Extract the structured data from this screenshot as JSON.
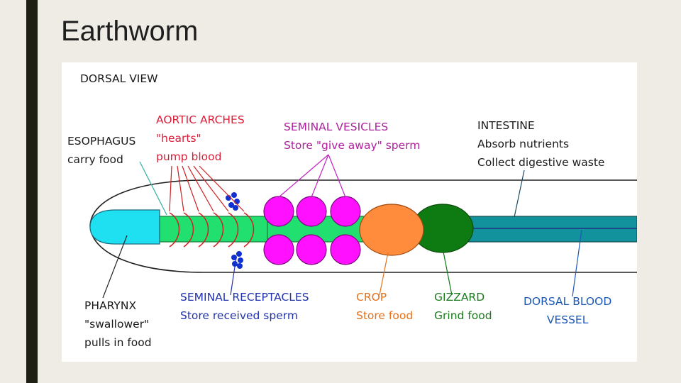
{
  "slide": {
    "title": "Earthworm"
  },
  "diagram": {
    "view_label": "DORSAL VIEW",
    "labels": {
      "esophagus": {
        "name": "ESOPHAGUS",
        "desc": "carry food"
      },
      "aortic_arches": {
        "name": "AORTIC ARCHES",
        "line2": "\"hearts\"",
        "desc": "pump blood"
      },
      "seminal_vesicles": {
        "name": "SEMINAL VESICLES",
        "desc": "Store \"give away\" sperm"
      },
      "intestine": {
        "name": "INTESTINE",
        "desc1": "Absorb nutrients",
        "desc2": "Collect digestive waste"
      },
      "pharynx": {
        "name": "PHARYNX",
        "line2": "\"swallower\"",
        "desc": "pulls in food"
      },
      "seminal_receptacles": {
        "name": "SEMINAL RECEPTACLES",
        "desc": "Store received sperm"
      },
      "crop": {
        "name": "CROP",
        "desc": "Store food"
      },
      "gizzard": {
        "name": "GIZZARD",
        "desc": "Grind food"
      },
      "dorsal_blood_vessel": {
        "name": "DORSAL BLOOD",
        "line2": "VESSEL"
      }
    },
    "colors": {
      "pharynx": "#1ee0f0",
      "esophagus": "#22e070",
      "intestine": "#12929c",
      "seminal_vesicles": "#ff10ff",
      "crop": "#ff8c3c",
      "gizzard": "#0e7a12",
      "aortic_arches": "#e02020",
      "sperm_dots": "#1030d0"
    }
  }
}
